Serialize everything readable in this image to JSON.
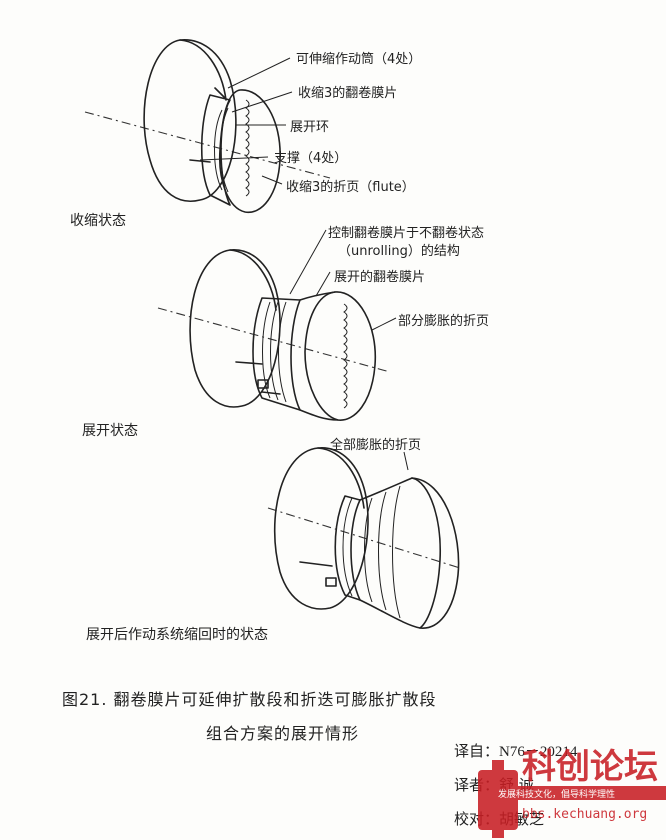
{
  "figure": {
    "diagram1": {
      "labels": [
        "可伸缩作动筒（4处）",
        "收缩3的翻卷膜片",
        "展开环",
        "支撑（4处）",
        "收缩3的折页（flute）"
      ],
      "state": "收缩状态"
    },
    "diagram2": {
      "labels": [
        "控制翻卷膜片于不翻卷状态",
        "（unrolling）的结构",
        "展开的翻卷膜片",
        "部分膨胀的折页"
      ],
      "state": "展开状态"
    },
    "diagram3": {
      "labels": [
        "全部膨胀的折页"
      ],
      "state": "展开后作动系统缩回时的状态"
    },
    "caption_line1": "图21.  翻卷膜片可延伸扩散段和折迭可膨胀扩散段",
    "caption_line2": "组合方案的展开情形"
  },
  "credits": {
    "translation_no_label": "译自：",
    "translation_no": "N76－20214",
    "translator_label": "译者：",
    "translator": "舒  诚",
    "proofreader_label": "校对：",
    "proofreader": "胡敏芝"
  },
  "watermark": {
    "title": "科创论坛",
    "slogan": "发展科技文化，倡导科学理性",
    "url": "bbs.kechuang.org"
  },
  "colors": {
    "ink": "#222222",
    "watermark": "#c81e24",
    "paper": "#fdfdfb"
  }
}
